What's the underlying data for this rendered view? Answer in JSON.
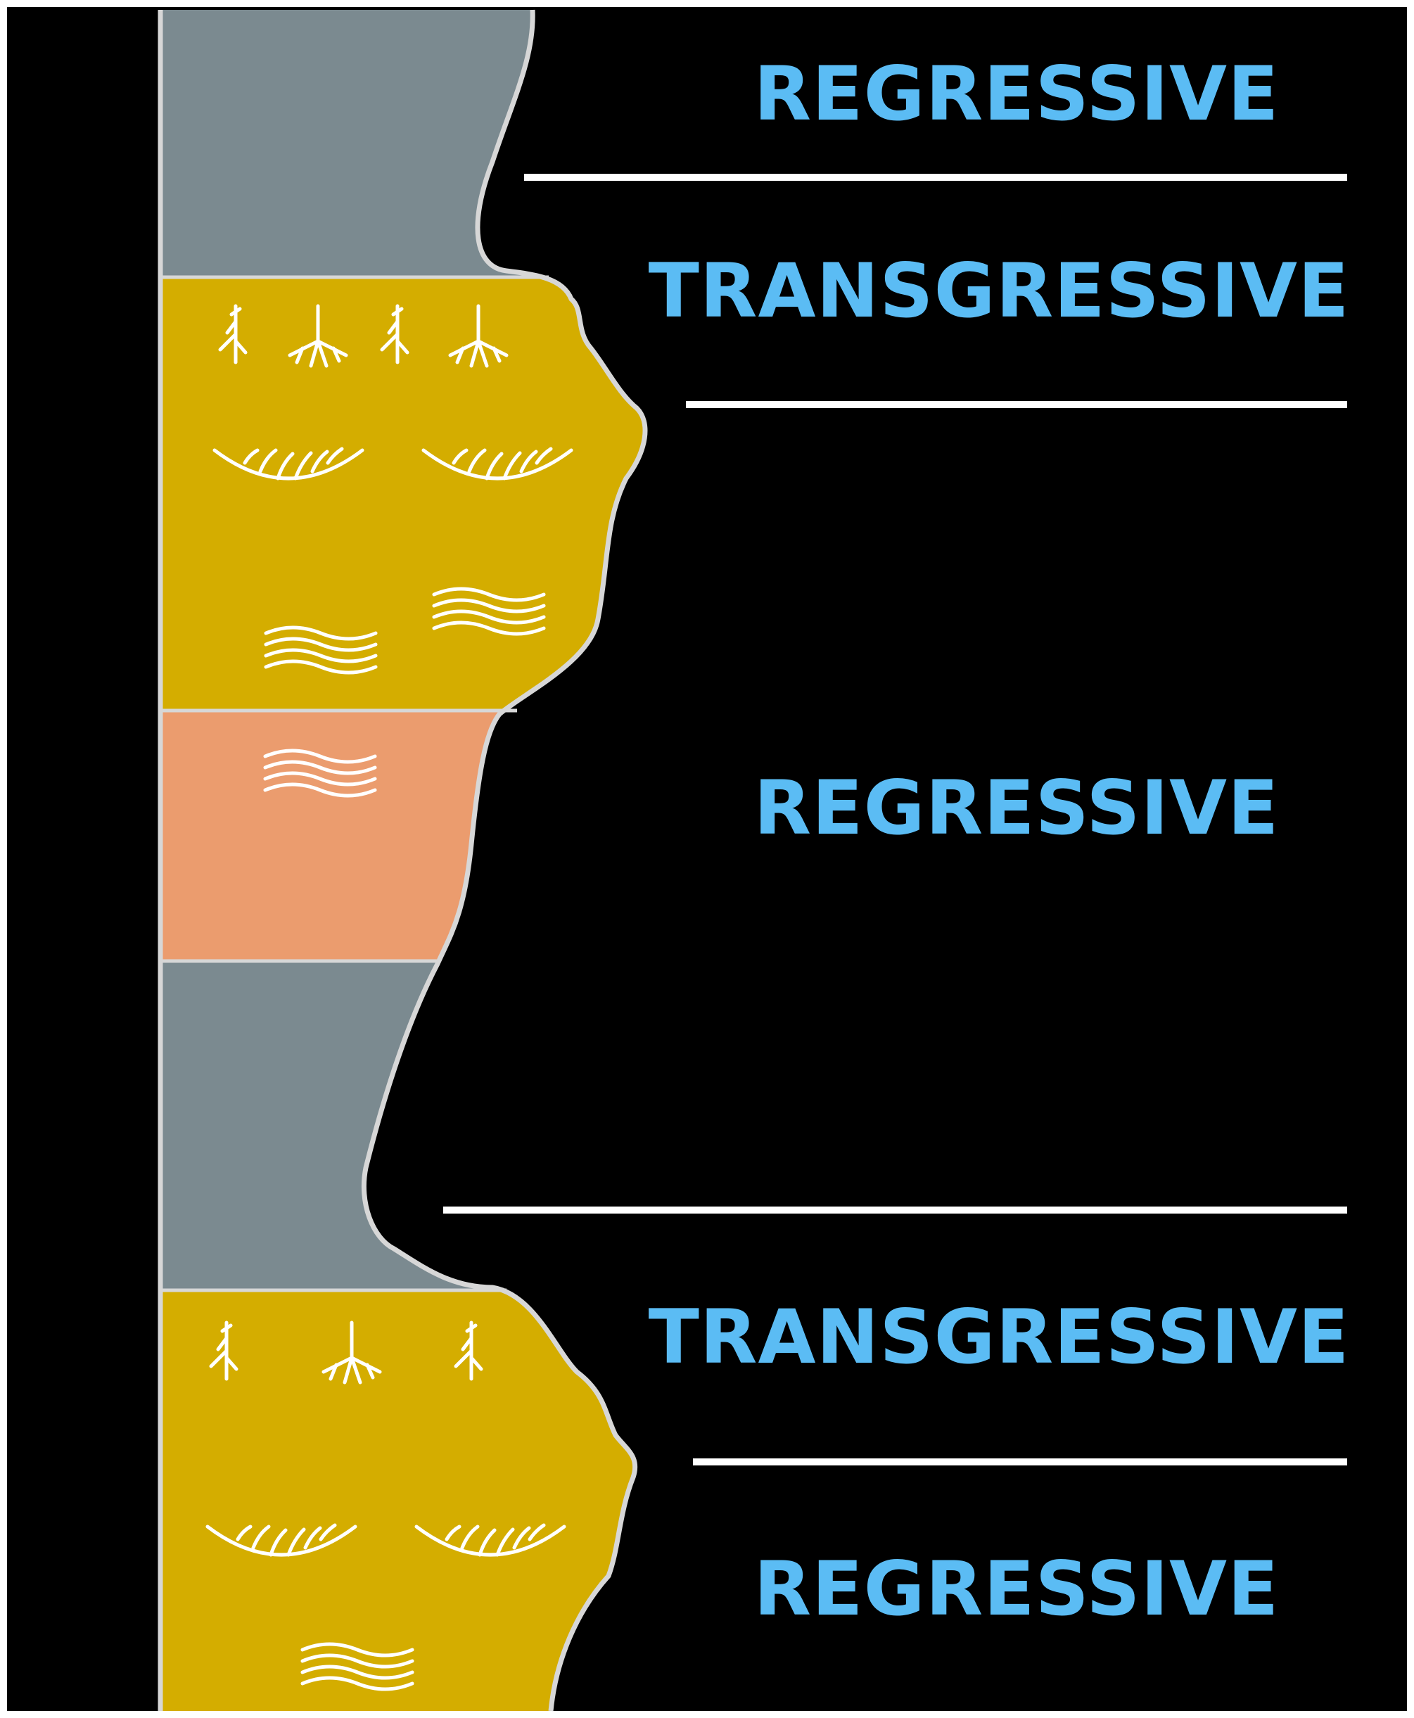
{
  "colors": {
    "background": "#000000",
    "frame": "#ffffff",
    "label": "#5bbcf4",
    "shale": "#7b8a90",
    "sandstone": "#d4ad00",
    "siltstone": "#eb9c6e",
    "column_outline": "#d7d7d7",
    "symbol": "#ffffff"
  },
  "sequences": [
    {
      "id": "seq-1",
      "label": "REGRESSIVE"
    },
    {
      "id": "seq-2",
      "label": "TRANSGRESSIVE"
    },
    {
      "id": "seq-3",
      "label": "REGRESSIVE"
    },
    {
      "id": "seq-4",
      "label": "TRANSGRESSIVE"
    },
    {
      "id": "seq-5",
      "label": "REGRESSIVE"
    }
  ],
  "layers": [
    {
      "id": "layer-1",
      "lithology": "shale",
      "symbols": []
    },
    {
      "id": "layer-2",
      "lithology": "sandstone",
      "symbols": [
        "root-icon",
        "cross-bedding-icon",
        "wavy-lamination-icon"
      ]
    },
    {
      "id": "layer-3",
      "lithology": "siltstone",
      "symbols": [
        "wavy-lamination-icon"
      ]
    },
    {
      "id": "layer-4",
      "lithology": "shale",
      "symbols": []
    },
    {
      "id": "layer-5",
      "lithology": "sandstone",
      "symbols": [
        "root-icon",
        "cross-bedding-icon",
        "wavy-lamination-icon"
      ]
    }
  ]
}
